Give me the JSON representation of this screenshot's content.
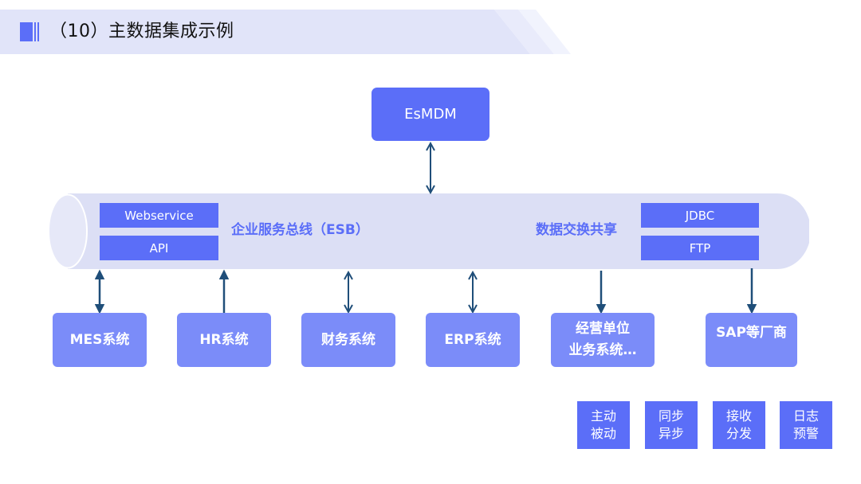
{
  "header": {
    "title": "（10）主数据集成示例"
  },
  "colors": {
    "accent": "#5b6ef8",
    "system_box": "#7b8cf9",
    "bus_fill": "#dcdff5",
    "header_band": "#e1e4f9",
    "arrow": "#1f4e79"
  },
  "diagram": {
    "core": {
      "label": "EsMDM"
    },
    "bus": {
      "label": "企业服务总线（ESB）",
      "exchange_label": "数据交换共享",
      "left_protocols": [
        "Webservice",
        "API"
      ],
      "right_protocols": [
        "JDBC",
        "FTP"
      ]
    },
    "systems": [
      {
        "line1": "MES系统",
        "line2": "",
        "direction": "bidirectional"
      },
      {
        "line1": "HR系统",
        "line2": "",
        "direction": "up"
      },
      {
        "line1": "财务系统",
        "line2": "",
        "direction": "bidirectional"
      },
      {
        "line1": "ERP系统",
        "line2": "",
        "direction": "bidirectional"
      },
      {
        "line1": "经营单位",
        "line2": "业务系统…",
        "direction": "down"
      },
      {
        "line1": "SAP等厂商",
        "line2": "",
        "direction": "down"
      }
    ],
    "features": [
      {
        "line1": "主动",
        "line2": "被动"
      },
      {
        "line1": "同步",
        "line2": "异步"
      },
      {
        "line1": "接收",
        "line2": "分发"
      },
      {
        "line1": "日志",
        "line2": "预警"
      }
    ]
  }
}
